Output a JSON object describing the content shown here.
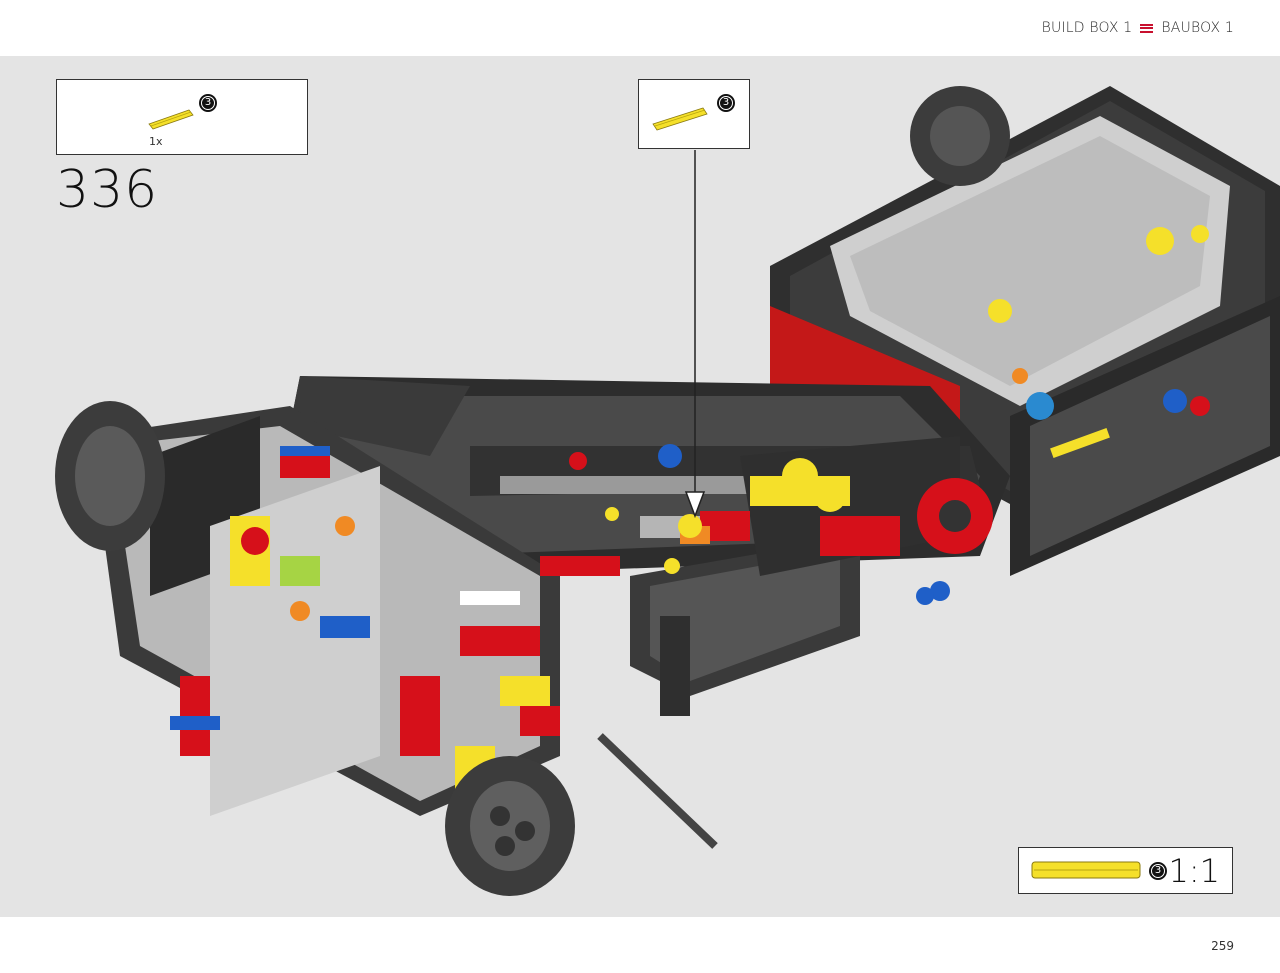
{
  "header": {
    "label_en": "BUILD BOX 1",
    "label_de": "BAUBOX 1",
    "flag_icon": "german-flag-lines-icon"
  },
  "step": {
    "number": "336",
    "parts": [
      {
        "quantity": "1x",
        "badge": "3",
        "color": "#f5e02a",
        "icon": "axle-yellow-icon"
      }
    ]
  },
  "subassembly_callout": {
    "badge": "3",
    "icon": "axle-yellow-icon"
  },
  "scale_indicator": {
    "badge": "3",
    "scale": "1:1",
    "icon": "axle-yellow-scale-icon"
  },
  "footer": {
    "page_number": "259"
  },
  "colors": {
    "background": "#e4e4e4",
    "lego_red": "#d6101a",
    "lego_dark_gray": "#3a3a3a",
    "lego_light_gray": "#b8b8b8",
    "lego_yellow": "#f5e02a",
    "lego_blue": "#1f5fc8",
    "lego_orange": "#f08a24",
    "lego_lime": "#a6d444"
  }
}
